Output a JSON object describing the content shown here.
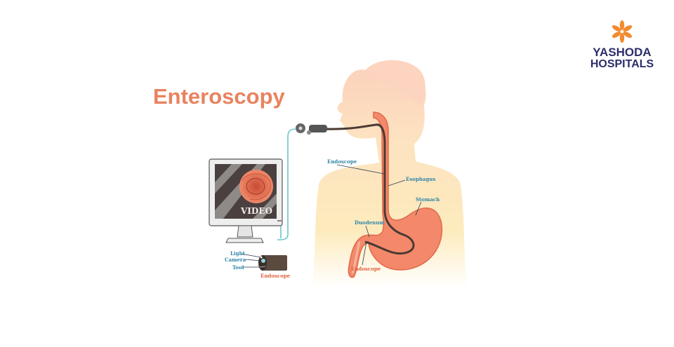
{
  "title": "Enteroscopy",
  "logo": {
    "line1": "YASHODA",
    "line2": "HOSPITALS"
  },
  "monitor": {
    "screen_text": "VIDEO"
  },
  "labels": {
    "endoscope_upper": "Endoscope",
    "esophagus": "Esophagus",
    "stomach": "Stomach",
    "duodenum": "Duodenum",
    "endoscope_lower": "Endoscope"
  },
  "tip_detail": {
    "light": "Light",
    "camera": "Camera",
    "tool": "Tool",
    "caption": "Endoscope"
  },
  "colors": {
    "title": "#e8835f",
    "label": "#2f86a6",
    "label_red": "#e0603e",
    "logo_navy": "#2c2e6b",
    "logo_orange": "#f28a2e"
  }
}
